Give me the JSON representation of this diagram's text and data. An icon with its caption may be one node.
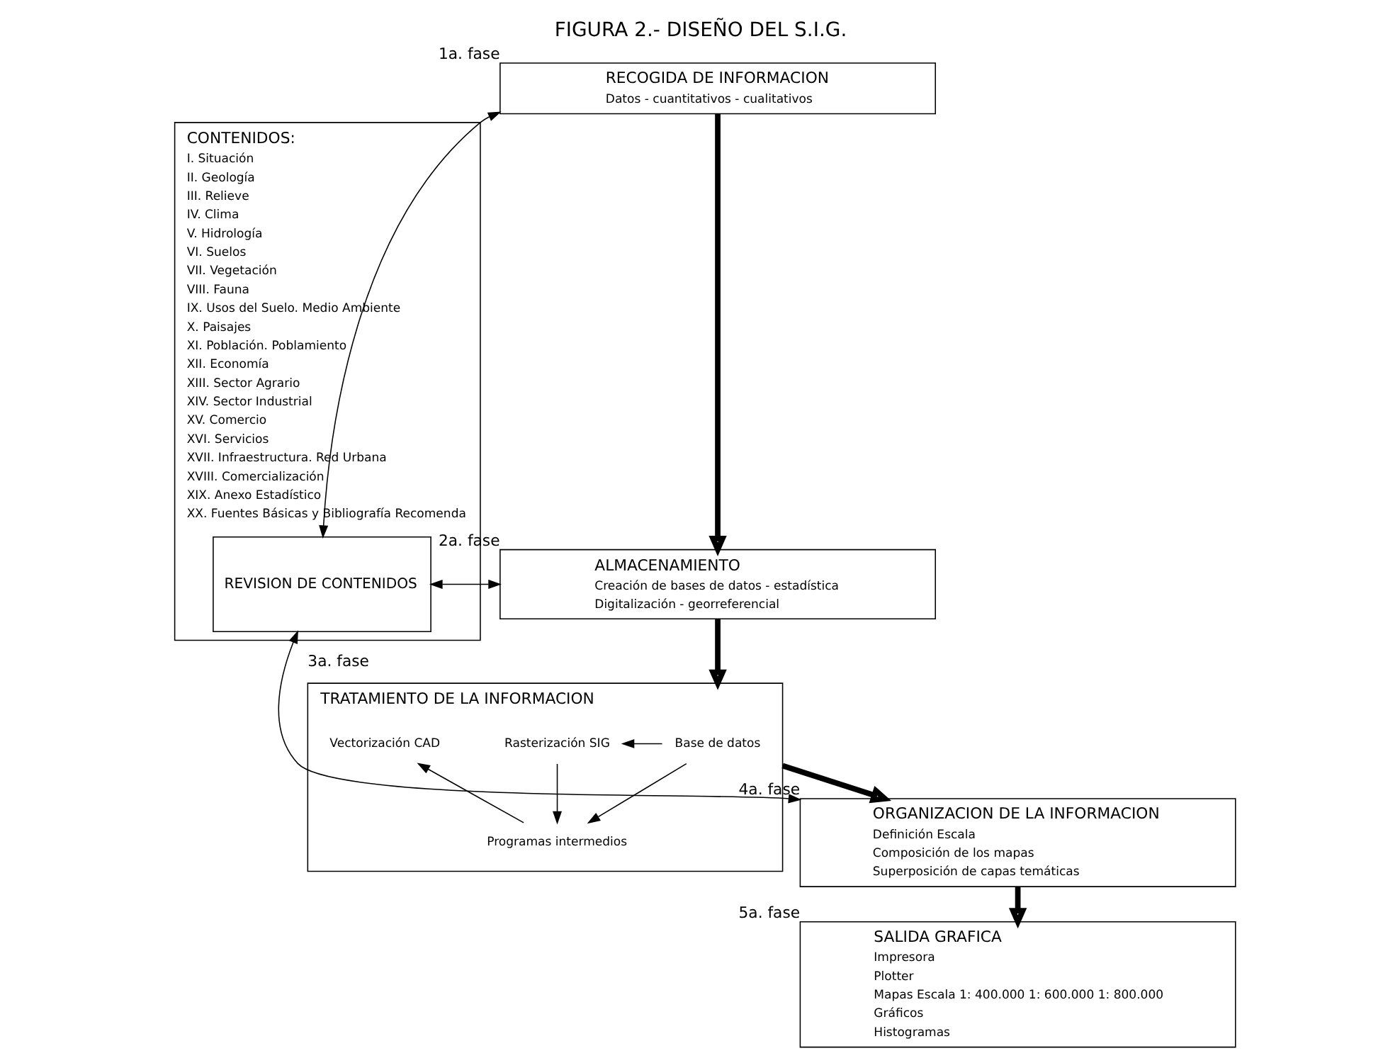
{
  "diagram": {
    "title": "FIGURA 2.- DISEÑO DEL S.I.G.",
    "nodes": [
      {
        "text": [
          "CONTENIDOS:",
          "I. Situación",
          "II. Geología",
          "III. Relieve",
          "IV. Clima",
          "V. Hidrología",
          "VI. Suelos",
          "VII. Vegetación",
          "VIII. Fauna",
          "IX. Usos del Suelo. Medio Ambiente",
          "X. Paisajes",
          "XI. Población. Poblamiento",
          "XII. Economía",
          "XIII. Sector Agrario",
          "XIV. Sector Industrial",
          "XV. Comercio",
          "XVI. Servicios",
          "XVII. Infraestructura. Red Urbana",
          "XVIII. Comercialización",
          "XIX. Anexo Estadístico",
          "XX. Fuentes Básicas y Bibliografía Recomenda"
        ]
      },
      {
        "text": [
          "REVISION DE CONTENIDOS"
        ],
        "in": 0
      },
      {
        "text": [
          "RECOGIDA DE INFORMACION",
          "Datos - cuantitativos - cualitativos"
        ],
        "beside": [
          "1a. fase"
        ]
      },
      {
        "text": [
          "ALMACENAMIENTO",
          "Creación de bases de datos - estadística",
          "Digitalización - georreferencial"
        ],
        "beside": [
          "2a. fase"
        ]
      },
      {
        "text": [
          "TRATAMIENTO DE LA INFORMACION"
        ],
        "beside": [
          "3a. fase"
        ]
      },
      {
        "text": [
          "Base de datos"
        ],
        "in": 4
      },
      {
        "text": [
          "Rasterización SIG"
        ],
        "in": 4
      },
      {
        "text": [
          "Vectorización CAD"
        ],
        "in": 4
      },
      {
        "text": [
          "Programas intermedios"
        ],
        "in": 4
      },
      {
        "text": [
          "ORGANIZACION DE LA INFORMACION",
          "Definición Escala",
          "Composición de los mapas",
          "Superposición de capas temáticas"
        ],
        "beside": [
          "4a. fase"
        ]
      },
      {
        "text": [
          "SALIDA GRAFICA",
          "Impresora",
          "Plotter",
          "Mapas Escala 1: 400.000 1: 600.000 1: 800.000",
          "Gráficos",
          "Histogramas"
        ],
        "beside": [
          "5a. fase"
        ]
      }
    ],
    "edges": [
      {
        "from": 1,
        "to": 2,
        "arrow": "both"
      },
      {
        "from": 1,
        "to": 3,
        "arrow": "both"
      },
      {
        "from": 1,
        "to": 9,
        "arrow": "both"
      },
      {
        "from": 2,
        "to": 3,
        "arrow": "to",
        "style": "thick"
      },
      {
        "from": 3,
        "to": 4,
        "arrow": "to",
        "style": "thick"
      },
      {
        "from": 4,
        "to": 9,
        "arrow": "to",
        "style": "thick"
      },
      {
        "from": 9,
        "to": 10,
        "arrow": "to",
        "style": "thick"
      },
      {
        "from": 5,
        "to": 6,
        "arrow": "to"
      },
      {
        "from": 5,
        "to": 8,
        "arrow": "to"
      },
      {
        "from": 6,
        "to": 8,
        "arrow": "to"
      },
      {
        "from": 8,
        "to": 7,
        "arrow": "to"
      }
    ]
  }
}
